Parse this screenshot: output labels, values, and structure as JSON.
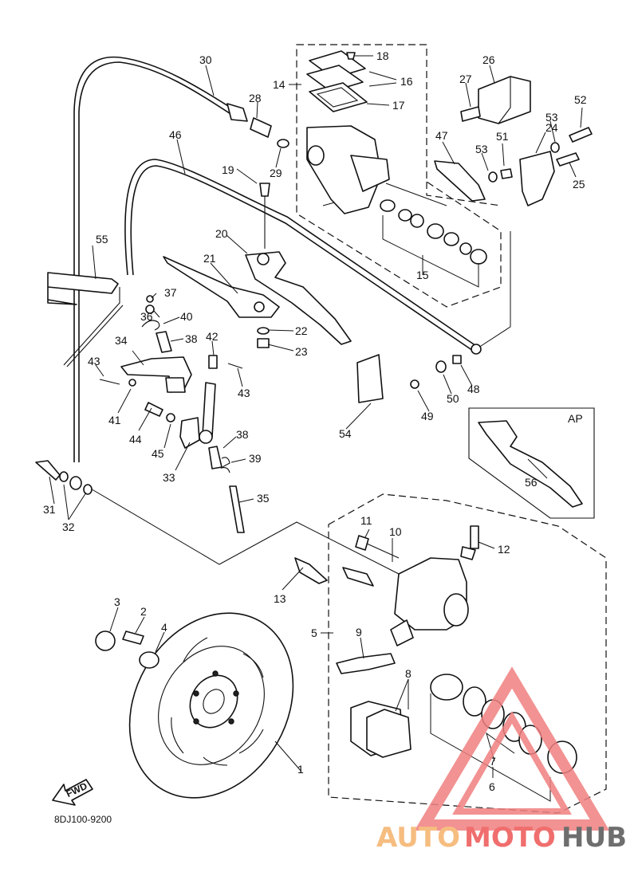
{
  "diagram": {
    "code_label": "8DJ100-9200",
    "fwd_label": "FWD",
    "variant_label": "AP",
    "callouts": [
      {
        "id": "c1",
        "text": "1"
      },
      {
        "id": "c2",
        "text": "2"
      },
      {
        "id": "c3",
        "text": "3"
      },
      {
        "id": "c4",
        "text": "4"
      },
      {
        "id": "c5",
        "text": "5"
      },
      {
        "id": "c6",
        "text": "6"
      },
      {
        "id": "c7",
        "text": "7"
      },
      {
        "id": "c8",
        "text": "8"
      },
      {
        "id": "c9",
        "text": "9"
      },
      {
        "id": "c10",
        "text": "10"
      },
      {
        "id": "c11",
        "text": "11"
      },
      {
        "id": "c12",
        "text": "12"
      },
      {
        "id": "c13",
        "text": "13"
      },
      {
        "id": "c14",
        "text": "14"
      },
      {
        "id": "c15",
        "text": "15"
      },
      {
        "id": "c16",
        "text": "16"
      },
      {
        "id": "c17",
        "text": "17"
      },
      {
        "id": "c18",
        "text": "18"
      },
      {
        "id": "c19",
        "text": "19"
      },
      {
        "id": "c20",
        "text": "20"
      },
      {
        "id": "c21",
        "text": "21"
      },
      {
        "id": "c22",
        "text": "22"
      },
      {
        "id": "c23",
        "text": "23"
      },
      {
        "id": "c24",
        "text": "24"
      },
      {
        "id": "c25",
        "text": "25"
      },
      {
        "id": "c26",
        "text": "26"
      },
      {
        "id": "c27",
        "text": "27"
      },
      {
        "id": "c28",
        "text": "28"
      },
      {
        "id": "c29",
        "text": "29"
      },
      {
        "id": "c30",
        "text": "30"
      },
      {
        "id": "c31",
        "text": "31"
      },
      {
        "id": "c32",
        "text": "32"
      },
      {
        "id": "c33",
        "text": "33"
      },
      {
        "id": "c34",
        "text": "34"
      },
      {
        "id": "c35",
        "text": "35"
      },
      {
        "id": "c36",
        "text": "36"
      },
      {
        "id": "c37",
        "text": "37"
      },
      {
        "id": "c38a",
        "text": "38"
      },
      {
        "id": "c38b",
        "text": "38"
      },
      {
        "id": "c39",
        "text": "39"
      },
      {
        "id": "c40",
        "text": "40"
      },
      {
        "id": "c41",
        "text": "41"
      },
      {
        "id": "c42",
        "text": "42"
      },
      {
        "id": "c43a",
        "text": "43"
      },
      {
        "id": "c43b",
        "text": "43"
      },
      {
        "id": "c44",
        "text": "44"
      },
      {
        "id": "c45",
        "text": "45"
      },
      {
        "id": "c46",
        "text": "46"
      },
      {
        "id": "c47",
        "text": "47"
      },
      {
        "id": "c48",
        "text": "48"
      },
      {
        "id": "c49",
        "text": "49"
      },
      {
        "id": "c50",
        "text": "50"
      },
      {
        "id": "c51",
        "text": "51"
      },
      {
        "id": "c52",
        "text": "52"
      },
      {
        "id": "c53a",
        "text": "53"
      },
      {
        "id": "c53b",
        "text": "53"
      },
      {
        "id": "c54",
        "text": "54"
      },
      {
        "id": "c55",
        "text": "55"
      },
      {
        "id": "c56",
        "text": "56"
      }
    ]
  },
  "watermark": {
    "part1": "AUTO",
    "part2": "MOTO",
    "part3": "HUB",
    "color_auto": "#f5b26b",
    "color_moto": "#ee5555",
    "color_hub": "#555555",
    "triangle_color": "#f08080"
  }
}
